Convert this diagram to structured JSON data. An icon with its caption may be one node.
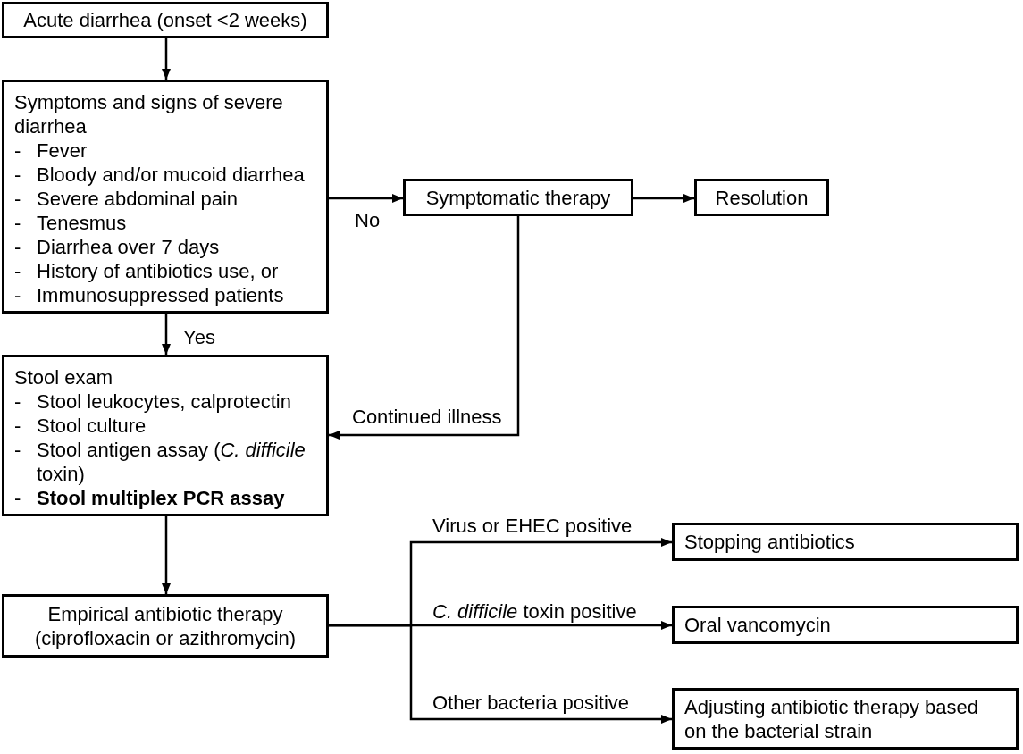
{
  "diagram": {
    "nodes": [
      {
        "text": [
          "Acute diarrhea (onset <2 weeks)"
        ]
      },
      {
        "text": [
          "Symptoms and signs of severe diarrhea",
          "- Fever",
          "- Bloody and/or mucoid diarrhea",
          "- Severe abdominal pain",
          "- Tenesmus",
          "- Diarrhea over 7 days",
          "- History of antibiotics use, or",
          "- Immunosuppressed patients"
        ]
      },
      {
        "text": [
          "Symptomatic therapy"
        ]
      },
      {
        "text": [
          "Resolution"
        ]
      },
      {
        "text": [
          "Stool exam",
          "- Stool leukocytes, calprotectin",
          "- Stool culture",
          "- Stool antigen assay (*C. difficile* toxin)",
          "- **Stool multiplex PCR assay**"
        ]
      },
      {
        "text": [
          "Empirical antibiotic therapy (ciprofloxacin or azithromycin)"
        ]
      },
      {
        "text": [
          "Stopping antibiotics"
        ]
      },
      {
        "text": [
          "Oral vancomycin"
        ]
      },
      {
        "text": [
          "Adjusting antibiotic therapy based on the bacterial strain"
        ]
      }
    ],
    "edges": [
      {
        "from": 0,
        "to": 1,
        "arrow": "to"
      },
      {
        "from": 1,
        "to": 2,
        "arrow": "to",
        "label": "No"
      },
      {
        "from": 2,
        "to": 3,
        "arrow": "to"
      },
      {
        "from": 1,
        "to": 4,
        "arrow": "to",
        "label": "Yes"
      },
      {
        "from": 2,
        "to": 4,
        "arrow": "to",
        "label": "Continued illness"
      },
      {
        "from": 4,
        "to": 5,
        "arrow": "to"
      },
      {
        "from": 5,
        "to": 6,
        "arrow": "to",
        "label": "Virus or EHEC positive"
      },
      {
        "from": 5,
        "to": 7,
        "arrow": "to",
        "label": "*C. difficile* toxin positive"
      },
      {
        "from": 5,
        "to": 8,
        "arrow": "to",
        "label": "Other bacteria positive"
      }
    ]
  }
}
